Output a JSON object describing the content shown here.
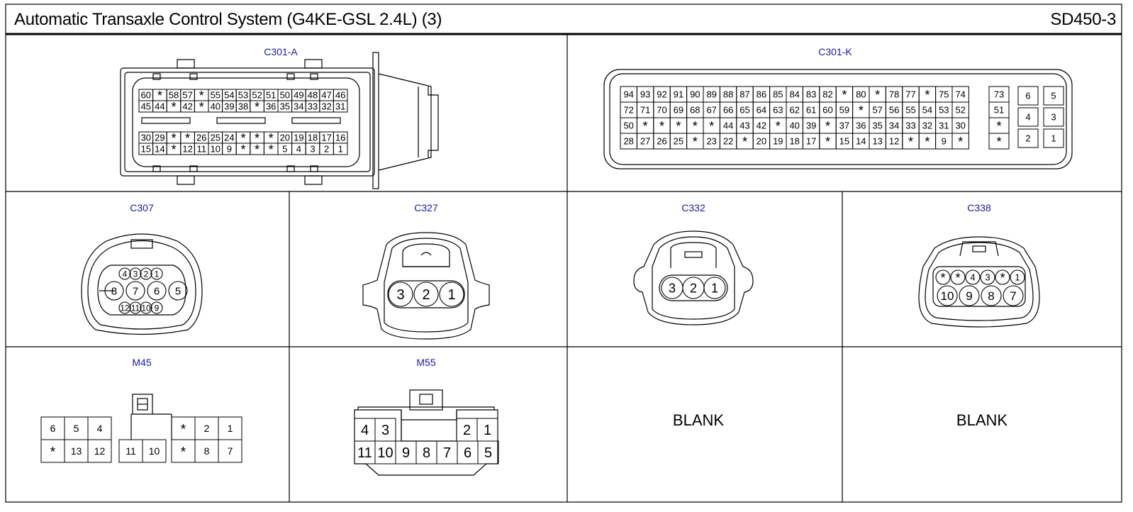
{
  "header": {
    "title": "Automatic Transaxle Control System (G4KE-GSL 2.4L) (3)",
    "code": "SD450-3"
  },
  "colors": {
    "line": "#000000",
    "label": "#1a1aa6",
    "background": "#ffffff"
  },
  "connectors": {
    "c301a": {
      "label": "C301-A",
      "rows": [
        [
          "60",
          "*",
          "58",
          "57",
          "*",
          "55",
          "54",
          "53",
          "52",
          "51",
          "50",
          "49",
          "48",
          "47",
          "46"
        ],
        [
          "45",
          "44",
          "*",
          "42",
          "*",
          "40",
          "39",
          "38",
          "*",
          "36",
          "35",
          "34",
          "33",
          "32",
          "31"
        ],
        [
          "30",
          "29",
          "*",
          "*",
          "26",
          "25",
          "24",
          "*",
          "*",
          "*",
          "20",
          "19",
          "18",
          "17",
          "16"
        ],
        [
          "15",
          "14",
          "*",
          "12",
          "11",
          "10",
          "9",
          "*",
          "*",
          "*",
          "5",
          "4",
          "3",
          "2",
          "1"
        ]
      ]
    },
    "c301k": {
      "label": "C301-K",
      "rows": [
        [
          "94",
          "93",
          "92",
          "91",
          "90",
          "89",
          "88",
          "87",
          "86",
          "85",
          "84",
          "83",
          "82",
          "*",
          "80",
          "*",
          "78",
          "77",
          "*",
          "75",
          "74"
        ],
        [
          "72",
          "71",
          "70",
          "69",
          "68",
          "67",
          "66",
          "65",
          "64",
          "63",
          "62",
          "61",
          "60",
          "59",
          "*",
          "57",
          "56",
          "55",
          "54",
          "53",
          "52"
        ],
        [
          "50",
          "*",
          "*",
          "*",
          "*",
          "*",
          "44",
          "43",
          "42",
          "*",
          "40",
          "39",
          "*",
          "37",
          "36",
          "35",
          "34",
          "33",
          "32",
          "31",
          "30"
        ],
        [
          "28",
          "27",
          "26",
          "25",
          "*",
          "23",
          "22",
          "*",
          "20",
          "19",
          "18",
          "17",
          "*",
          "15",
          "14",
          "13",
          "12",
          "*",
          "*",
          "9",
          "*"
        ]
      ],
      "side_column": [
        "73",
        "51",
        "*",
        "*"
      ],
      "block": [
        [
          "6",
          "5"
        ],
        [
          "4",
          "3"
        ],
        [
          "2",
          "1"
        ]
      ]
    },
    "c307": {
      "label": "C307",
      "top": [
        "4",
        "3",
        "2",
        "1"
      ],
      "middle": [
        "8",
        "7",
        "6",
        "5"
      ],
      "bottom": [
        "12",
        "11",
        "10",
        "9"
      ]
    },
    "c327": {
      "label": "C327",
      "pins": [
        "3",
        "2",
        "1"
      ]
    },
    "c332": {
      "label": "C332",
      "pins": [
        "3",
        "2",
        "1"
      ]
    },
    "c338": {
      "label": "C338",
      "top": [
        "*",
        "*",
        "4",
        "3",
        "*",
        "1"
      ],
      "bottom": [
        "10",
        "9",
        "8",
        "7"
      ]
    },
    "m45": {
      "label": "M45",
      "left_top": [
        "6",
        "5",
        "4"
      ],
      "left_bottom": [
        "*",
        "13",
        "12"
      ],
      "center_bottom": [
        "11",
        "10"
      ],
      "right_top": [
        "*",
        "2",
        "1"
      ],
      "right_bottom": [
        "*",
        "8",
        "7"
      ]
    },
    "m55": {
      "label": "M55",
      "top_left": [
        "4",
        "3"
      ],
      "top_right": [
        "2",
        "1"
      ],
      "bottom": [
        "11",
        "10",
        "9",
        "8",
        "7",
        "6",
        "5"
      ]
    }
  },
  "blanks": [
    "BLANK",
    "BLANK"
  ]
}
